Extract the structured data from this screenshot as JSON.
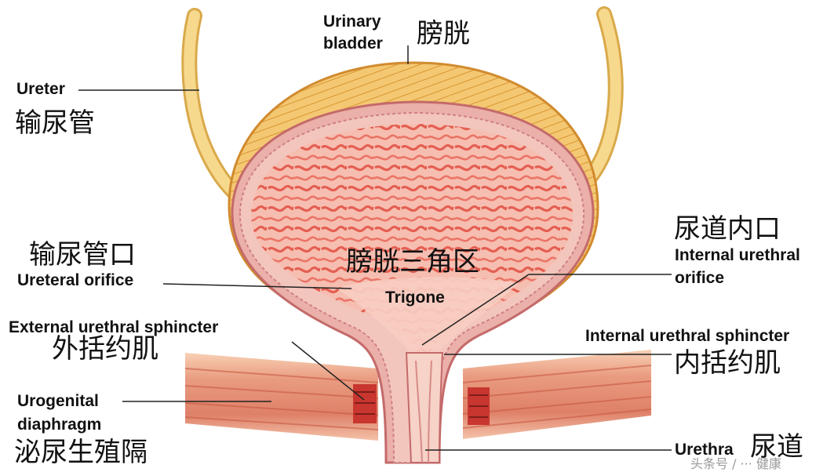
{
  "labels": {
    "urinary_bladder_en_1": "Urinary",
    "urinary_bladder_en_2": "bladder",
    "urinary_bladder_zh": "膀胱",
    "ureter_en": "Ureter",
    "ureter_zh": "输尿管",
    "ureteral_orifice_zh": "输尿管口",
    "ureteral_orifice_en": "Ureteral orifice",
    "trigone_zh": "膀胱三角区",
    "trigone_en": "Trigone",
    "internal_orifice_zh": "尿道内口",
    "internal_orifice_en_1": "Internal urethral",
    "internal_orifice_en_2": "orifice",
    "external_sphincter_en": "External urethral sphincter",
    "external_sphincter_zh": "外括约肌",
    "internal_sphincter_en": "Internal urethral sphincter",
    "internal_sphincter_zh": "内括约肌",
    "urogenital_en_1": "Urogenital",
    "urogenital_en_2": "diaphragm",
    "urogenital_zh": "泌尿生殖隔",
    "urethra_en": "Urethra",
    "urethra_zh": "尿道"
  },
  "watermark": "头条号 / ··· 健康",
  "colors": {
    "ureter": "#f3cf7c",
    "outer_muscle": "#f5c46a",
    "wall": "#e7a8a8",
    "mucosa": "#f2b3ae",
    "inner_pattern": "#e86c5e",
    "muscle_band": "#e58a6a",
    "sphincter": "#c8362f",
    "leader_line": "#222222"
  }
}
